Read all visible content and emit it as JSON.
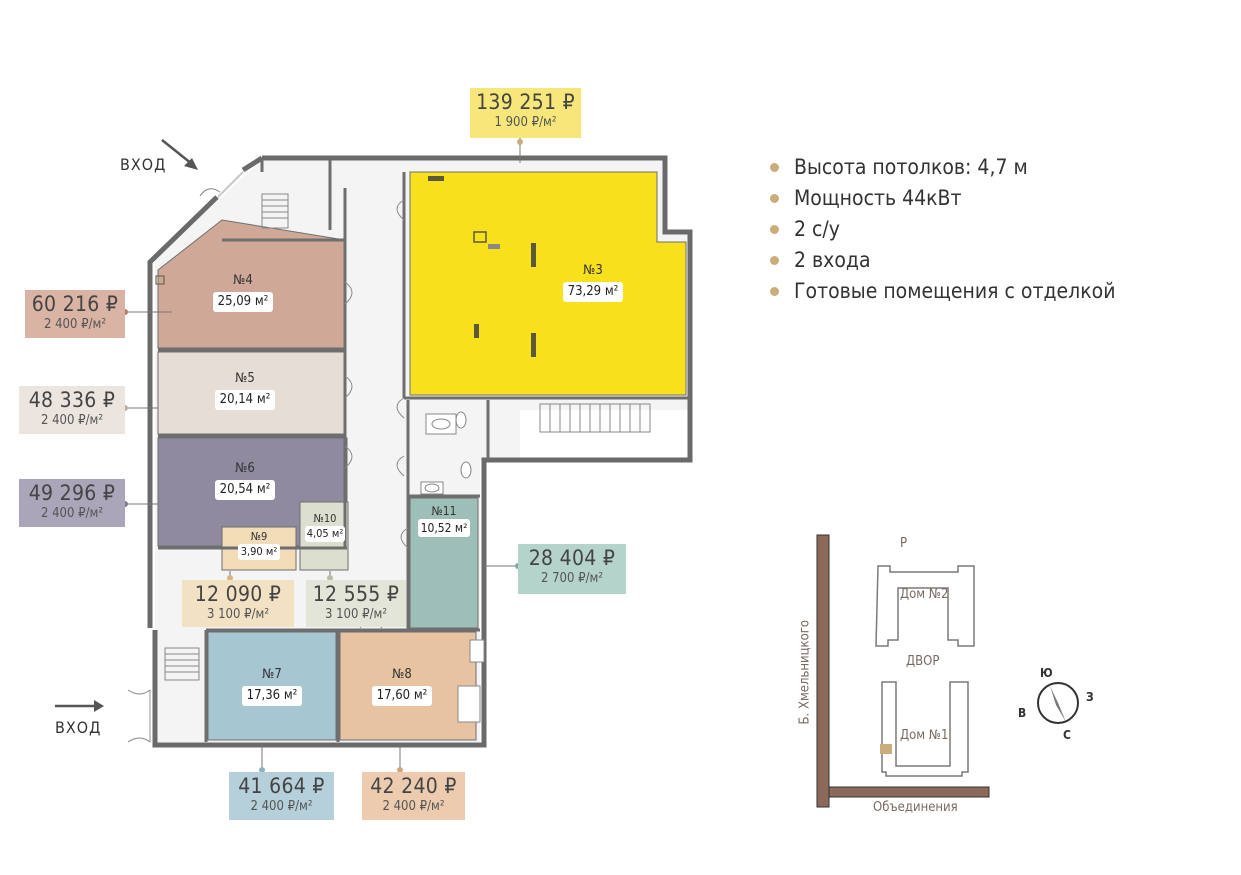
{
  "entrances": [
    "ВХОД",
    "ВХОД"
  ],
  "features": [
    "Высота потолков: 4,7 м",
    "Мощность 44кВт",
    "2 с/у",
    "2 входа",
    "Готовые помещения с отделкой"
  ],
  "rooms": [
    {
      "num": "№3",
      "area": "73,29 м²",
      "price": "139 251 ₽",
      "ppm": "1 900 ₽/м²",
      "color": "#f9e01c",
      "tag_color": "#f7e77a"
    },
    {
      "num": "№4",
      "area": "25,09 м²",
      "price": "60 216 ₽",
      "ppm": "2 400 ₽/м²",
      "color": "#d0a898",
      "tag_color": "#d9b3a4"
    },
    {
      "num": "№5",
      "area": "20,14 м²",
      "price": "48 336 ₽",
      "ppm": "2 400 ₽/м²",
      "color": "#e6ddd7",
      "tag_color": "#ece5df"
    },
    {
      "num": "№6",
      "area": "20,54 м²",
      "price": "49 296 ₽",
      "ppm": "2 400 ₽/м²",
      "color": "#8f8aa0",
      "tag_color": "#aaa5b8"
    },
    {
      "num": "№7",
      "area": "17,36 м²",
      "price": "41 664 ₽",
      "ppm": "2 400 ₽/м²",
      "color": "#a6c6d2",
      "tag_color": "#b5d0da"
    },
    {
      "num": "№8",
      "area": "17,60 м²",
      "price": "42 240 ₽",
      "ppm": "2 400 ₽/м²",
      "color": "#e8c3a2",
      "tag_color": "#eccbaf"
    },
    {
      "num": "№9",
      "area": "3,90 м²",
      "price": "12 090 ₽",
      "ppm": "3 100 ₽/м²",
      "color": "#f2dcb8",
      "tag_color": "#f3e1c4"
    },
    {
      "num": "№10",
      "area": "4,05 м²",
      "price": "12 555 ₽",
      "ppm": "3 100 ₽/м²",
      "color": "#dcdfcf",
      "tag_color": "#e3e5d8"
    },
    {
      "num": "№11",
      "area": "10,52 м²",
      "price": "28 404 ₽",
      "ppm": "2 700 ₽/м²",
      "color": "#9dbfb8",
      "tag_color": "#b4d3ca"
    }
  ],
  "site_map": {
    "street_vertical": "Б. Хмельницкого",
    "street_horizontal": "Объединения",
    "parking": "Р",
    "yard": "ДВОР",
    "house_1": "Дом №1",
    "house_2": "Дом №2",
    "compass": {
      "n": "Ю",
      "e": "З",
      "s": "С",
      "w": "В"
    }
  }
}
